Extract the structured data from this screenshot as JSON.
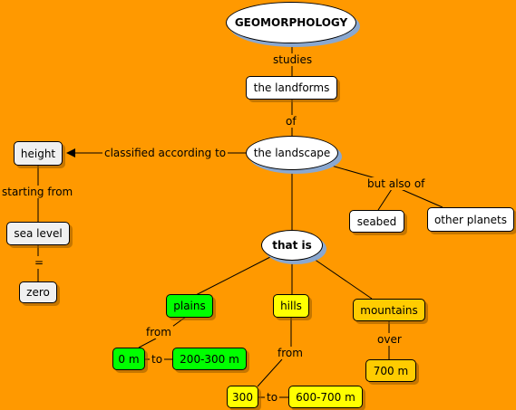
{
  "nodes": {
    "geomorphology": "GEOMORPHOLOGY",
    "landforms": "the landforms",
    "landscape": "the landscape",
    "height": "height",
    "sea_level": "sea level",
    "zero": "zero",
    "seabed": "seabed",
    "other_planets": "other planets",
    "that_is": "that is",
    "plains": "plains",
    "hills": "hills",
    "mountains": "mountains",
    "zero_m": "0 m",
    "plains_range": "200-300 m",
    "hills_low": "300",
    "hills_range": "600-700 m",
    "mountains_height": "700 m"
  },
  "links": {
    "studies": "studies",
    "of": "of",
    "classified": "classified according to",
    "starting_from": "starting from",
    "equals": "=",
    "but_also_of": "but also of",
    "from_plains": "from",
    "to_plains": "to",
    "from_hills": "from",
    "to_hills": "to",
    "over": "over"
  },
  "colors": {
    "background": "#FF9900",
    "plains": "#00FF00",
    "hills": "#FFFF00",
    "mountains": "#FFCC00",
    "oval_shadow": "#8AA8D0"
  }
}
